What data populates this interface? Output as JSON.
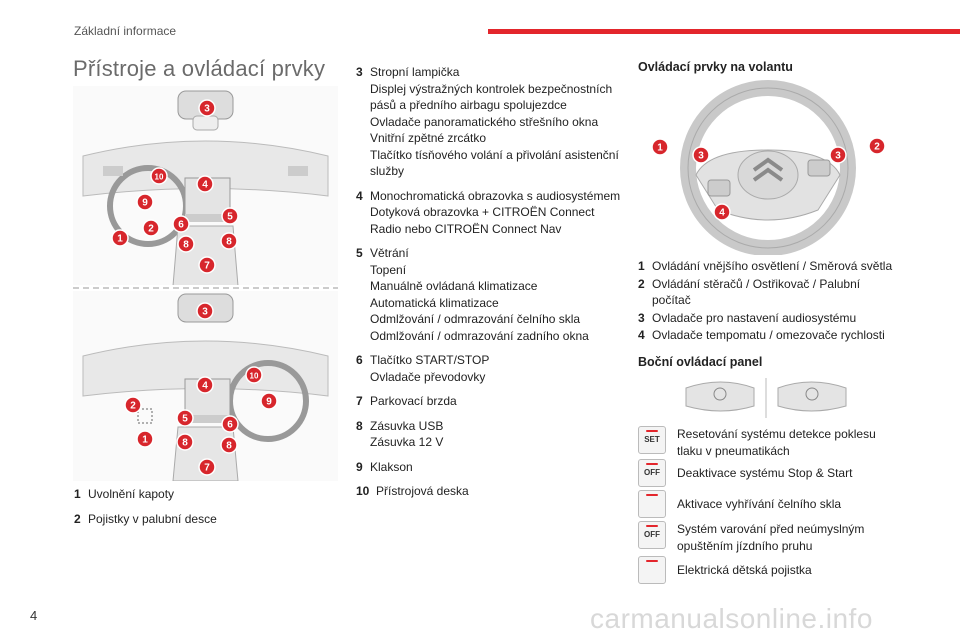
{
  "header": {
    "section": "Základní informace"
  },
  "page": {
    "title": "Přístroje a ovládací prvky",
    "number": "4"
  },
  "watermark": "carmanualsonline.info",
  "left_list": [
    {
      "n": "1",
      "lines": [
        "Uvolnění kapoty"
      ]
    },
    {
      "n": "2",
      "lines": [
        "Pojistky v palubní desce"
      ]
    }
  ],
  "mid_list": [
    {
      "n": "3",
      "lines": [
        "Stropní lampička",
        "Displej výstražných kontrolek bezpečnostních",
        "pásů a předního airbagu spolujezdce",
        "Ovladače panoramatického střešního okna",
        "Vnitřní zpětné zrcátko",
        "Tlačítko tísňového volání a přivolání asistenční",
        "služby"
      ]
    },
    {
      "n": "4",
      "lines": [
        "Monochromatická obrazovka s audiosystémem",
        "Dotyková obrazovka + CITROËN Connect",
        "Radio nebo CITROËN Connect Nav"
      ]
    },
    {
      "n": "5",
      "lines": [
        "Větrání",
        "Topení",
        "Manuálně ovládaná klimatizace",
        "Automatická klimatizace",
        "Odmlžování / odmrazování čelního skla",
        "Odmlžování / odmrazování zadního okna"
      ]
    },
    {
      "n": "6",
      "lines": [
        "Tlačítko START/STOP",
        "Ovladače převodovky"
      ]
    },
    {
      "n": "7",
      "lines": [
        "Parkovací brzda"
      ]
    },
    {
      "n": "8",
      "lines": [
        "Zásuvka USB",
        "Zásuvka 12 V"
      ]
    },
    {
      "n": "9",
      "lines": [
        "Klakson"
      ]
    },
    {
      "n": "10",
      "lines": [
        "Přístrojová deska"
      ]
    }
  ],
  "wheel_section": {
    "heading": "Ovládací prvky na volantu",
    "items": [
      {
        "n": "1",
        "lines": [
          "Ovládání vnějšího osvětlení / Směrová světla"
        ]
      },
      {
        "n": "2",
        "lines": [
          "Ovládání stěračů / Ostřikovač / Palubní",
          "počítač"
        ]
      },
      {
        "n": "3",
        "lines": [
          "Ovladače pro nastavení audiosystému"
        ]
      },
      {
        "n": "4",
        "lines": [
          "Ovladače tempomatu / omezovače rychlosti"
        ]
      }
    ]
  },
  "side_panel": {
    "heading": "Boční ovládací panel",
    "controls": [
      {
        "icon": "tyre-pressure-set-icon",
        "glyph": "SET",
        "lines": [
          "Resetování systému detekce poklesu",
          "tlaku v pneumatikách"
        ]
      },
      {
        "icon": "stop-start-off-icon",
        "glyph": "OFF",
        "lines": [
          "Deaktivace systému Stop & Start"
        ]
      },
      {
        "icon": "windscreen-heating-icon",
        "glyph": "",
        "lines": [
          "Aktivace vyhřívání čelního skla"
        ]
      },
      {
        "icon": "lane-departure-icon",
        "glyph": "OFF",
        "lines": [
          "Systém varování před neúmyslným",
          "opuštěním jízdního pruhu"
        ]
      },
      {
        "icon": "child-lock-icon",
        "glyph": "",
        "lines": [
          "Elektrická dětská pojistka"
        ]
      }
    ]
  },
  "figures": {
    "dashboard_lhd_labels": [
      "3",
      "10",
      "4",
      "9",
      "6",
      "5",
      "2",
      "8",
      "8",
      "1",
      "7"
    ],
    "dashboard_rhd_labels": [
      "3",
      "10",
      "4",
      "9",
      "2",
      "5",
      "6",
      "1",
      "8",
      "8",
      "7"
    ],
    "wheel_labels": [
      "1",
      "3",
      "3",
      "2",
      "4"
    ]
  },
  "colors": {
    "accent": "#e3262c",
    "callout": "#d7262c"
  }
}
